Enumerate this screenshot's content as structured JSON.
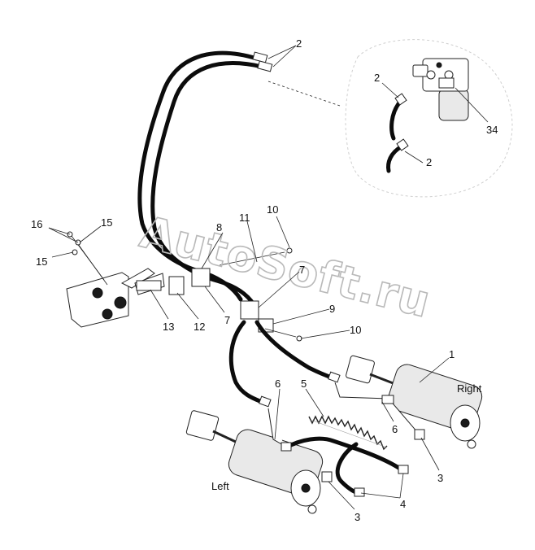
{
  "watermark": "AutoSoft.ru",
  "side_labels": {
    "right": "Right",
    "left": "Left"
  },
  "callouts": [
    {
      "id": "c2a",
      "text": "2"
    },
    {
      "id": "c2b",
      "text": "2"
    },
    {
      "id": "c2c",
      "text": "2"
    },
    {
      "id": "c34",
      "text": "34"
    },
    {
      "id": "c16",
      "text": "16"
    },
    {
      "id": "c15a",
      "text": "15"
    },
    {
      "id": "c15b",
      "text": "15"
    },
    {
      "id": "c8",
      "text": "8"
    },
    {
      "id": "c11",
      "text": "11"
    },
    {
      "id": "c10a",
      "text": "10"
    },
    {
      "id": "c7a",
      "text": "7"
    },
    {
      "id": "c7b",
      "text": "7"
    },
    {
      "id": "c9",
      "text": "9"
    },
    {
      "id": "c10b",
      "text": "10"
    },
    {
      "id": "c13",
      "text": "13"
    },
    {
      "id": "c12",
      "text": "12"
    },
    {
      "id": "c1",
      "text": "1"
    },
    {
      "id": "c6a",
      "text": "6"
    },
    {
      "id": "c5",
      "text": "5"
    },
    {
      "id": "c6b",
      "text": "6"
    },
    {
      "id": "c3a",
      "text": "3"
    },
    {
      "id": "c3b",
      "text": "3"
    },
    {
      "id": "c4",
      "text": "4"
    }
  ]
}
